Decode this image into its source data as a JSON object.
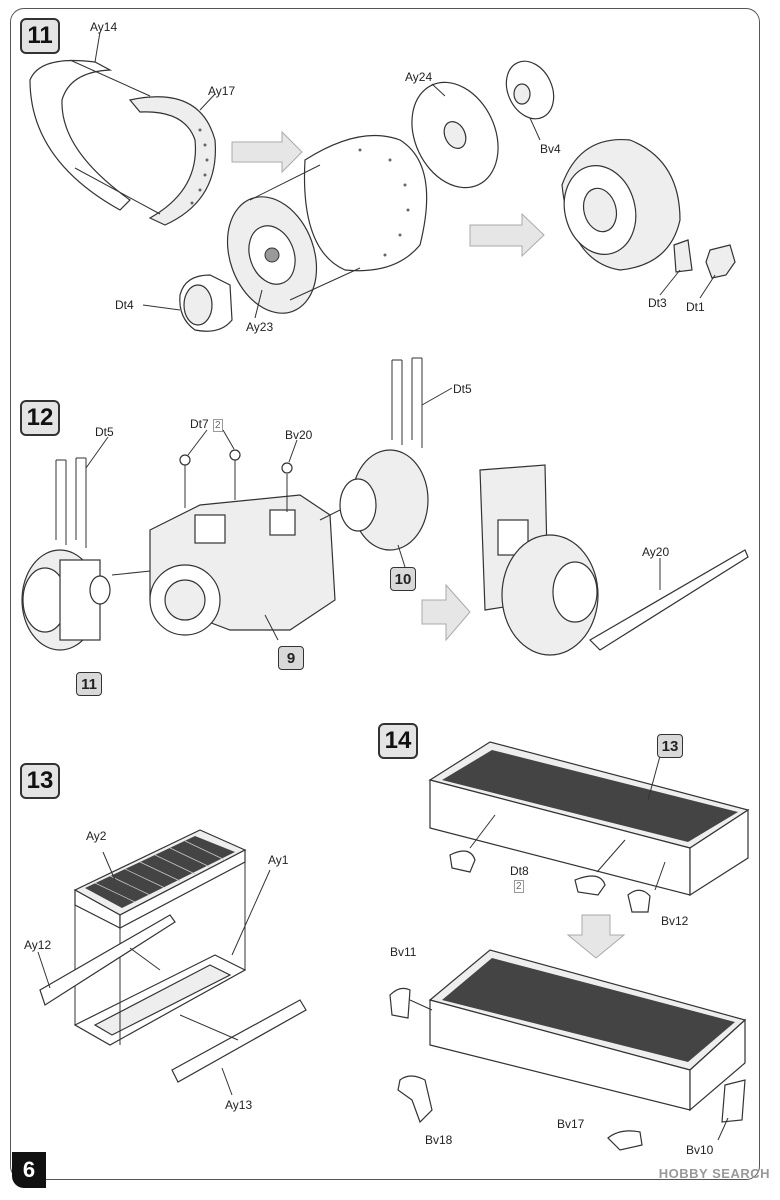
{
  "page": {
    "number": "6",
    "watermark": "HOBBY SEARCH"
  },
  "steps": [
    {
      "id": "step-11",
      "label": "11"
    },
    {
      "id": "step-12",
      "label": "12"
    },
    {
      "id": "step-13",
      "label": "13"
    },
    {
      "id": "step-14",
      "label": "14"
    }
  ],
  "step11": {
    "parts": [
      "Ay14",
      "Ay17",
      "Ay24",
      "Bv4",
      "Dt4",
      "Ay23",
      "Dt3",
      "Dt1"
    ]
  },
  "step12": {
    "parts": [
      "Dt5",
      "Dt7",
      "Bv20",
      "Dt5",
      "Ay20"
    ],
    "dt7_qty": "2",
    "refs": [
      "11",
      "9",
      "10"
    ]
  },
  "step13": {
    "parts": [
      "Ay2",
      "Ay1",
      "Ay12",
      "Ay13"
    ]
  },
  "step14": {
    "parts": [
      "Dt8",
      "Bv12",
      "Bv11",
      "Bv18",
      "Bv17",
      "Bv10"
    ],
    "dt8_qty": "2",
    "ref": "13"
  }
}
